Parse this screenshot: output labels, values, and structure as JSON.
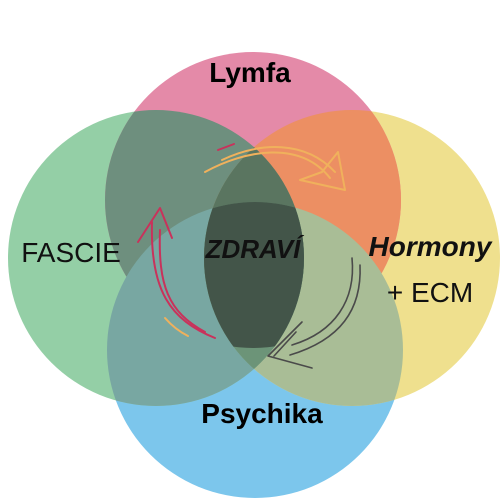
{
  "diagram": {
    "center_label": "ZDRAVÍ",
    "circles": [
      {
        "id": "lymfa",
        "label": "Lymfa",
        "color": "#e48aa8"
      },
      {
        "id": "hormony",
        "label": "Hormony",
        "sublabel": "+ ECM",
        "color": "#efe08e"
      },
      {
        "id": "psychika",
        "label": "Psychika",
        "color": "#7cc6ec"
      },
      {
        "id": "fascie",
        "label": "FASCIE",
        "color": "#94cfa6"
      }
    ],
    "colors": {
      "overlap_lymfa_fascie": "#6e8f7e",
      "overlap_lymfa_hormony": "#ec8f63",
      "overlap_hormony_psychika": "#a9bd96",
      "overlap_fascie_psychika": "#78a7a2",
      "center": "#435549",
      "arrow_orange": "#f0b15c",
      "arrow_crimson": "#c9325b",
      "arrow_gray": "#4a4a4a"
    },
    "arrow_icons": [
      "curved-arrow-orange-icon",
      "curved-arrow-gray-icon",
      "curved-arrow-crimson-icon"
    ]
  }
}
